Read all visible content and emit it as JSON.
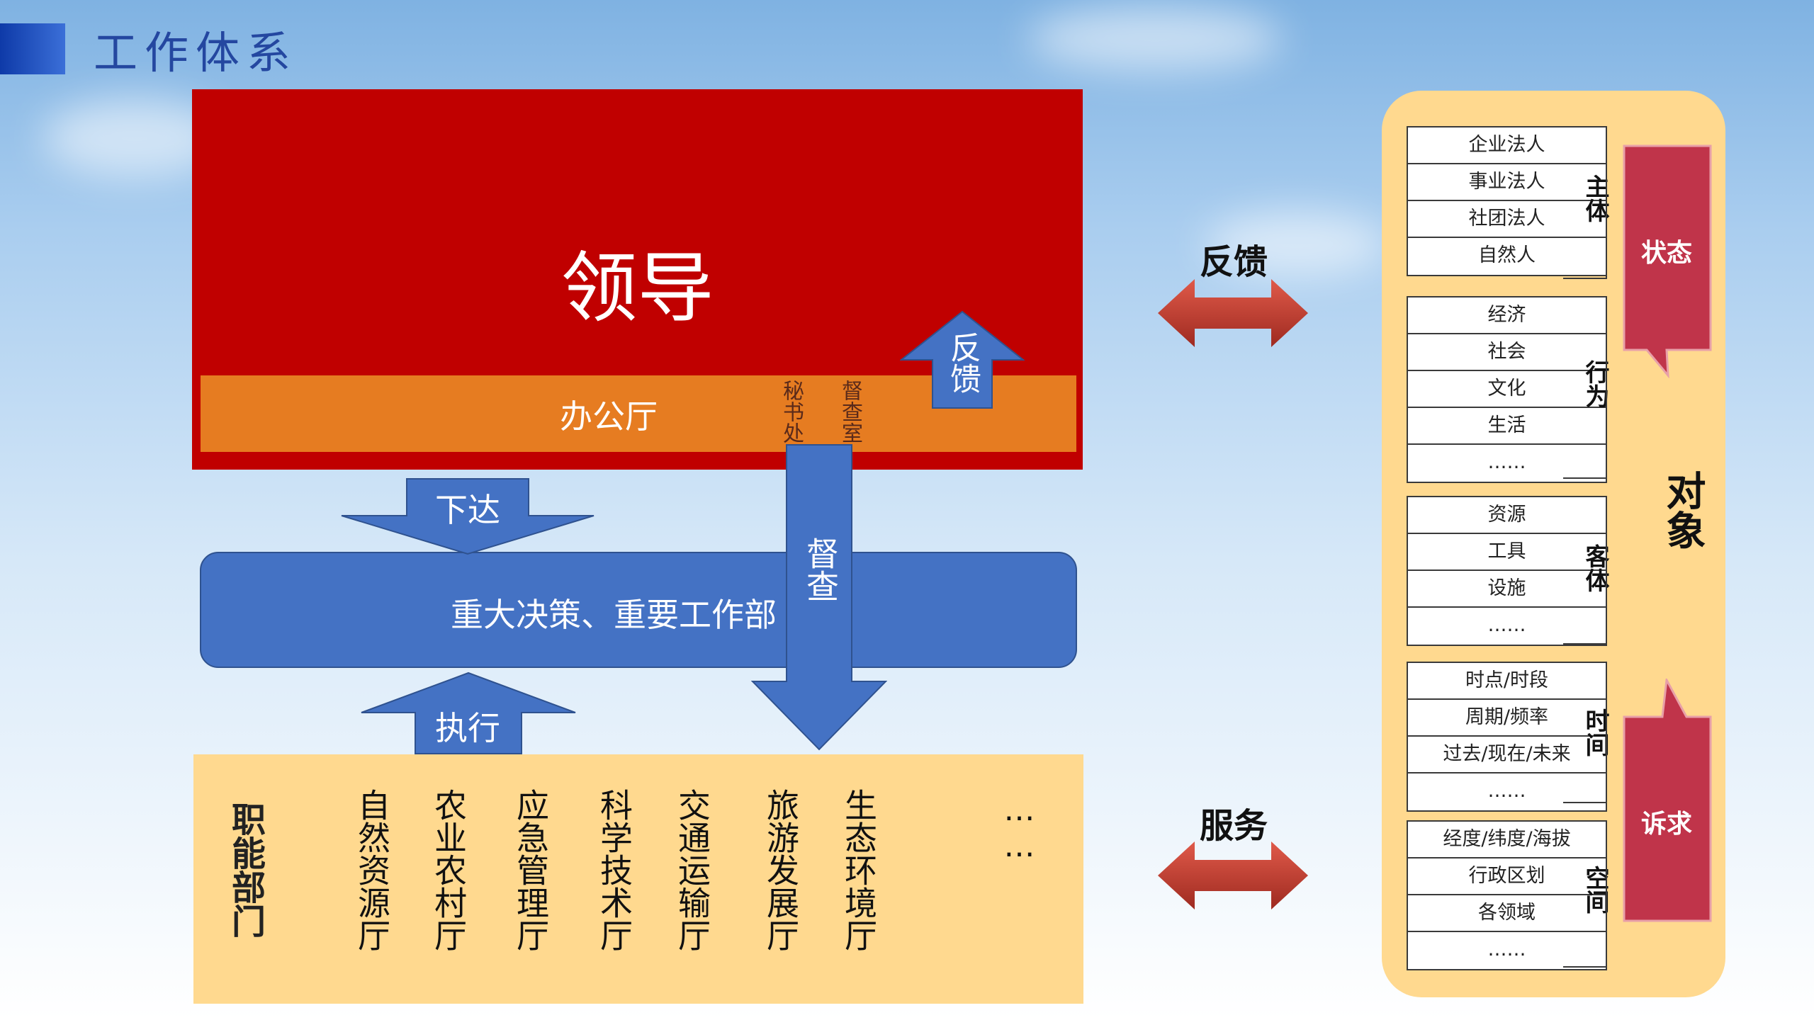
{
  "title": "工作体系",
  "leadership": {
    "label": "领导",
    "office": "办公厅",
    "secretariat": "秘书处",
    "supervision_office": "督查室"
  },
  "arrows": {
    "feedback_up": "反馈",
    "issue_down": "下达",
    "supervise": "督查",
    "execute": "执行"
  },
  "decision": "重大决策、重要工作部",
  "functional_departments": {
    "title": "职能部门",
    "departments": [
      "自然资源厅",
      "农业农村厅",
      "应急管理厅",
      "科学技术厅",
      "交通运输厅",
      "旅游发展厅",
      "生态环境厅"
    ],
    "more": "……"
  },
  "links": {
    "feedback": "反馈",
    "service": "服务"
  },
  "objects": {
    "title": "对象",
    "groups": [
      {
        "category": "主体",
        "items": [
          "企业法人",
          "事业法人",
          "社团法人",
          "自然人"
        ]
      },
      {
        "category": "行为",
        "items": [
          "经济",
          "社会",
          "文化",
          "生活",
          "……"
        ]
      },
      {
        "category": "客体",
        "items": [
          "资源",
          "工具",
          "设施",
          "……"
        ]
      },
      {
        "category": "时间",
        "items": [
          "时点/时段",
          "周期/频率",
          "过去/现在/未来",
          "……"
        ]
      },
      {
        "category": "空间",
        "items": [
          "经度/纬度/海拔",
          "行政区划",
          "各领域",
          "……"
        ]
      }
    ],
    "callouts": {
      "status": "状态",
      "appeal": "诉求"
    }
  },
  "colors": {
    "leader_red": "#c00000",
    "office_orange": "#e67c21",
    "blue": "#4472c4",
    "panel_yellow": "#ffd98f",
    "callout_red": "#c0344a",
    "arrow_red": "#c0392b"
  }
}
